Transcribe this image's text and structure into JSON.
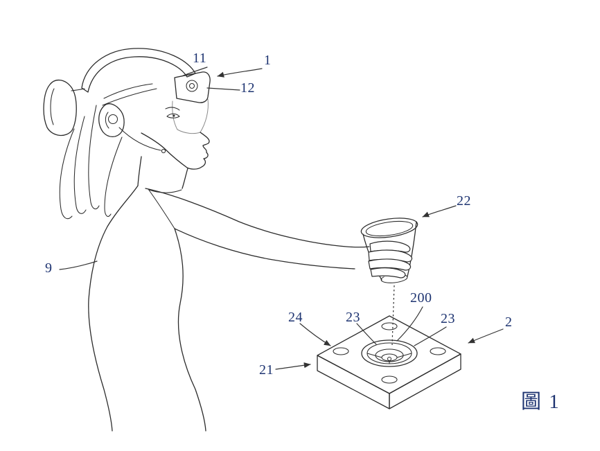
{
  "figure": {
    "caption": "圖 1",
    "labels": [
      "11",
      "1",
      "12",
      "9",
      "22",
      "200",
      "24",
      "23",
      "23",
      "2",
      "21"
    ],
    "colors": {
      "label_text": "#1e3471",
      "line": "#2b2b2b",
      "background": "#ffffff"
    }
  }
}
